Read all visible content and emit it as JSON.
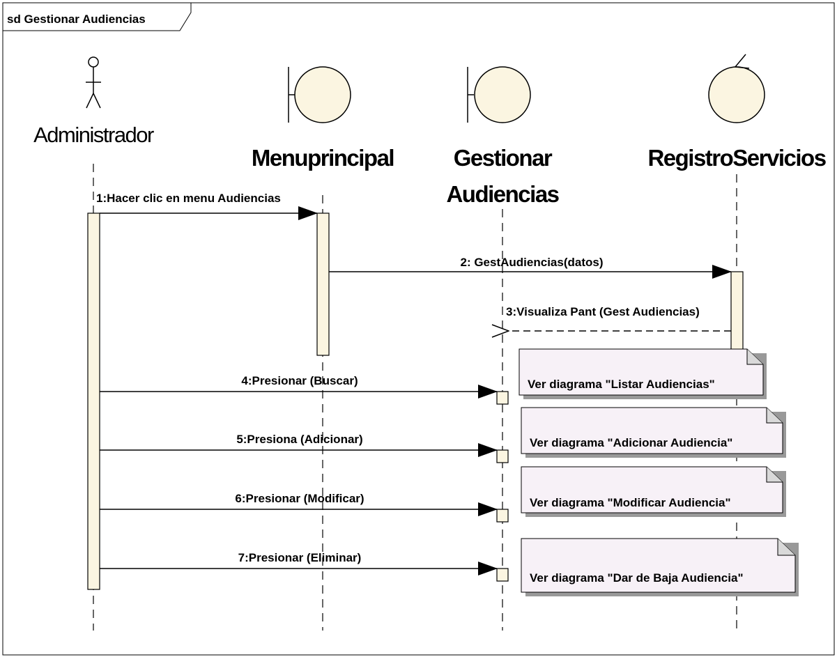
{
  "frame": {
    "title": "sd Gestionar Audiencias"
  },
  "lifelines": {
    "administrador": "Administrador",
    "menuprincipal": "Menuprincipal",
    "gestionar_line1": "Gestionar",
    "gestionar_line2": "Audiencias",
    "registro": "RegistroServicios"
  },
  "messages": [
    "1:Hacer clic en menu Audiencias",
    "2: GestAudiencias(datos)",
    "3:Visualiza Pant (Gest Audiencias)",
    "4:Presionar (Buscar)",
    "5:Presiona (Adicionar)",
    "6:Presionar (Modificar)",
    "7:Presionar (Eliminar)"
  ],
  "notes": [
    "Ver diagrama \"Listar Audiencias\"",
    "Ver diagrama \"Adicionar Audiencia\"",
    "Ver diagrama \"Modificar Audiencia\"",
    "Ver diagrama \"Dar de Baja Audiencia\""
  ],
  "colors": {
    "activation_fill": "#fbf5e1",
    "lifeline_head_fill": "#fbf5e1",
    "note_fill": "#f7f1f7",
    "note_shadow": "#999999",
    "line": "#000000"
  }
}
